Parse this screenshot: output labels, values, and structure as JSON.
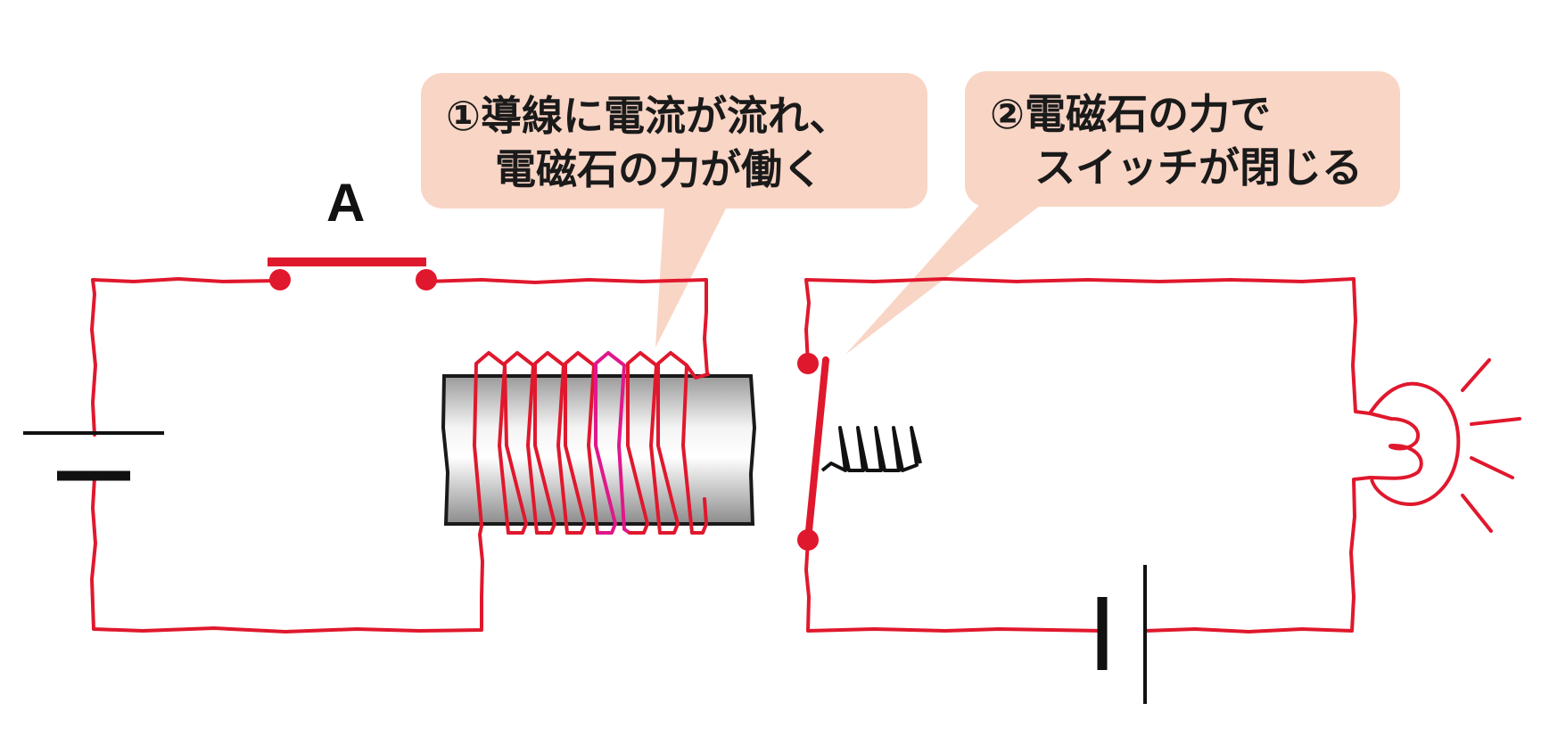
{
  "diagram": {
    "switch_label": "A",
    "callout_1": {
      "line1": "①導線に電流が流れ、",
      "line2": "電磁石の力が働く"
    },
    "callout_2": {
      "line1": "②電磁石の力で",
      "line2": "スイッチが閉じる"
    }
  },
  "colors": {
    "wire": "#e0182d",
    "callout_bg": "#f9d5c5",
    "coil_highlight": "#e0188a",
    "battery": "#111111"
  }
}
